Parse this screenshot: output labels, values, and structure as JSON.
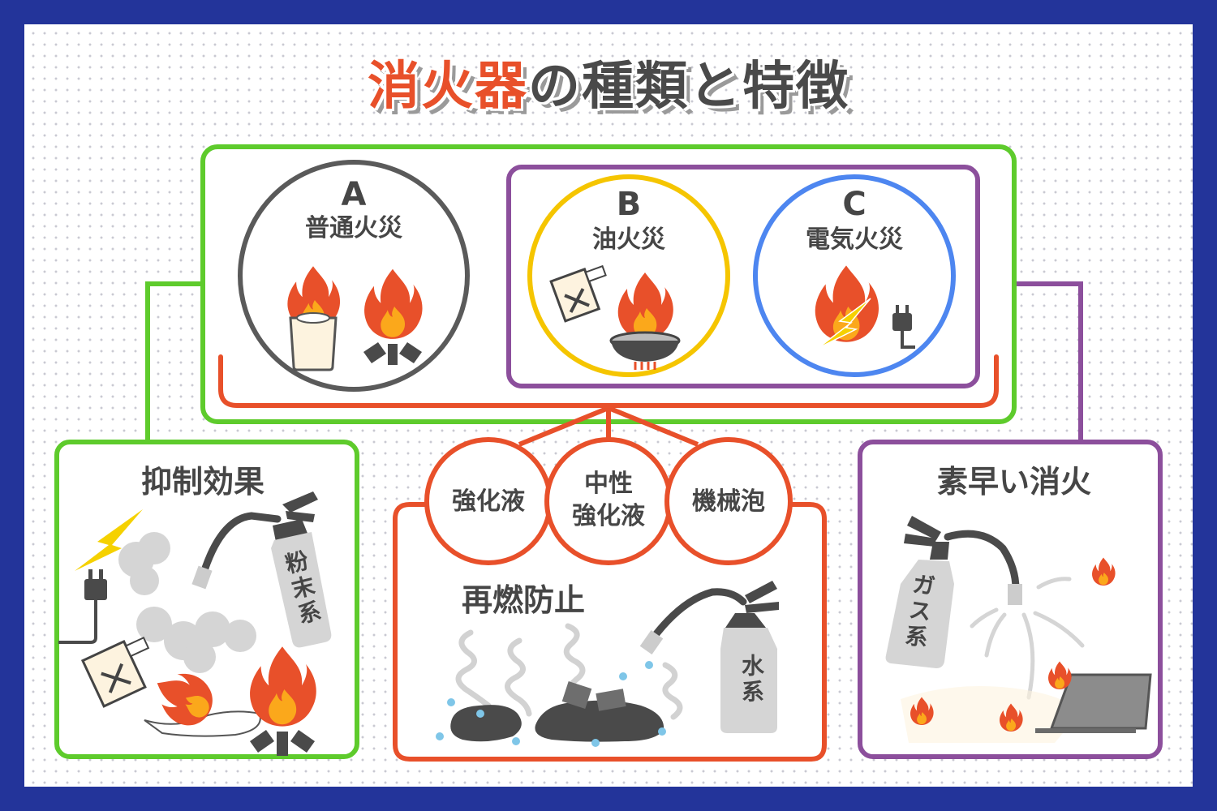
{
  "title": {
    "accent": "消火器",
    "rest": "の種類と特徴"
  },
  "colors": {
    "frame": "#23349a",
    "accent_red": "#e8502a",
    "green": "#5ecb2c",
    "purple": "#8c4f9c",
    "yellow": "#f5c500",
    "blue": "#4d86f0",
    "gray_ring": "#5a5a5a",
    "text": "#464646"
  },
  "fire_classes": [
    {
      "letter": "A",
      "label": "普通火災",
      "ring_color": "#5a5a5a",
      "icons": [
        "bucket-fire-icon",
        "campfire-icon"
      ]
    },
    {
      "letter": "B",
      "label": "油火災",
      "ring_color": "#f5c500",
      "icons": [
        "oil-can-icon",
        "pan-fire-icon"
      ]
    },
    {
      "letter": "C",
      "label": "電気火災",
      "ring_color": "#4d86f0",
      "icons": [
        "electric-fire-icon",
        "plug-icon"
      ]
    }
  ],
  "extinguisher_types": [
    "強化液",
    "中性\n強化液",
    "機械泡"
  ],
  "bubbles": [
    {
      "line1": "強化液"
    },
    {
      "line1": "中性",
      "line2": "強化液"
    },
    {
      "line1": "機械泡"
    }
  ],
  "panels": [
    {
      "title": "抑制効果",
      "extinguisher_label": "粉末系",
      "border": "#5ecb2c"
    },
    {
      "title": "再燃防止",
      "extinguisher_label": "水系",
      "border": "#e8502a"
    },
    {
      "title": "素早い消火",
      "extinguisher_label": "ガス系",
      "border": "#8c4f9c"
    }
  ]
}
